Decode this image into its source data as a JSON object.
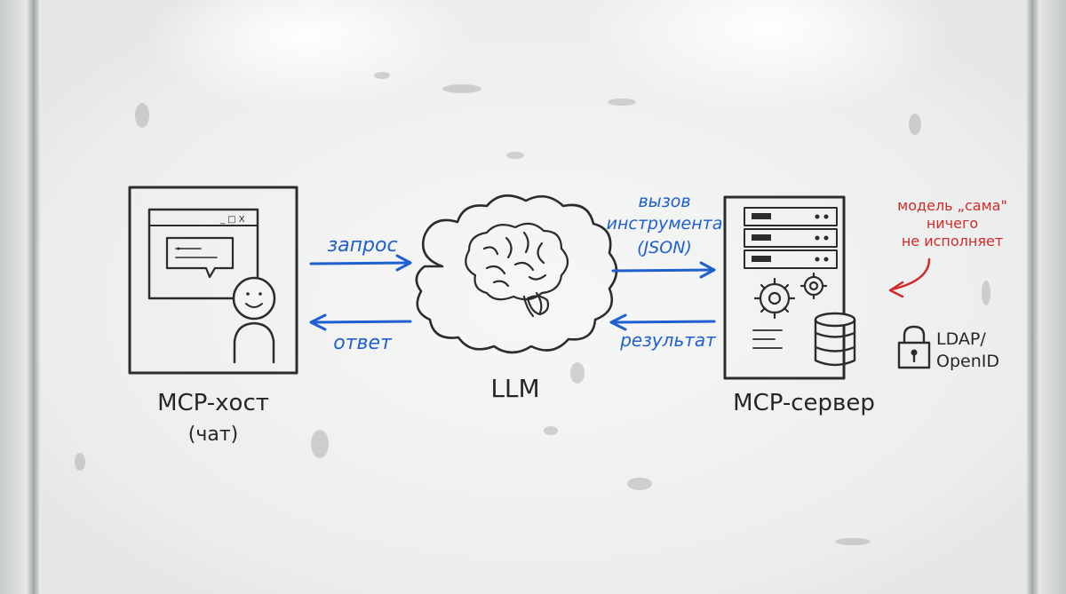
{
  "nodes": {
    "host": {
      "title": "MCP-хост",
      "subtitle": "(чат)",
      "window_controls": "_ □ X"
    },
    "llm": {
      "title": "LLM"
    },
    "server": {
      "title": "MCP-сервер"
    }
  },
  "edges": {
    "request": "запрос",
    "response": "ответ",
    "tool_call": [
      "вызов",
      "инструмента",
      "(JSON)"
    ],
    "result": "результат"
  },
  "notes": {
    "model_note": [
      "модель „сама\"",
      "ничего",
      "не исполняет"
    ],
    "auth": [
      "LDAP/",
      "OpenID"
    ]
  },
  "colors": {
    "ink": "#2c2c2a",
    "blue": "#1f5fcf",
    "red": "#d32a2a"
  }
}
